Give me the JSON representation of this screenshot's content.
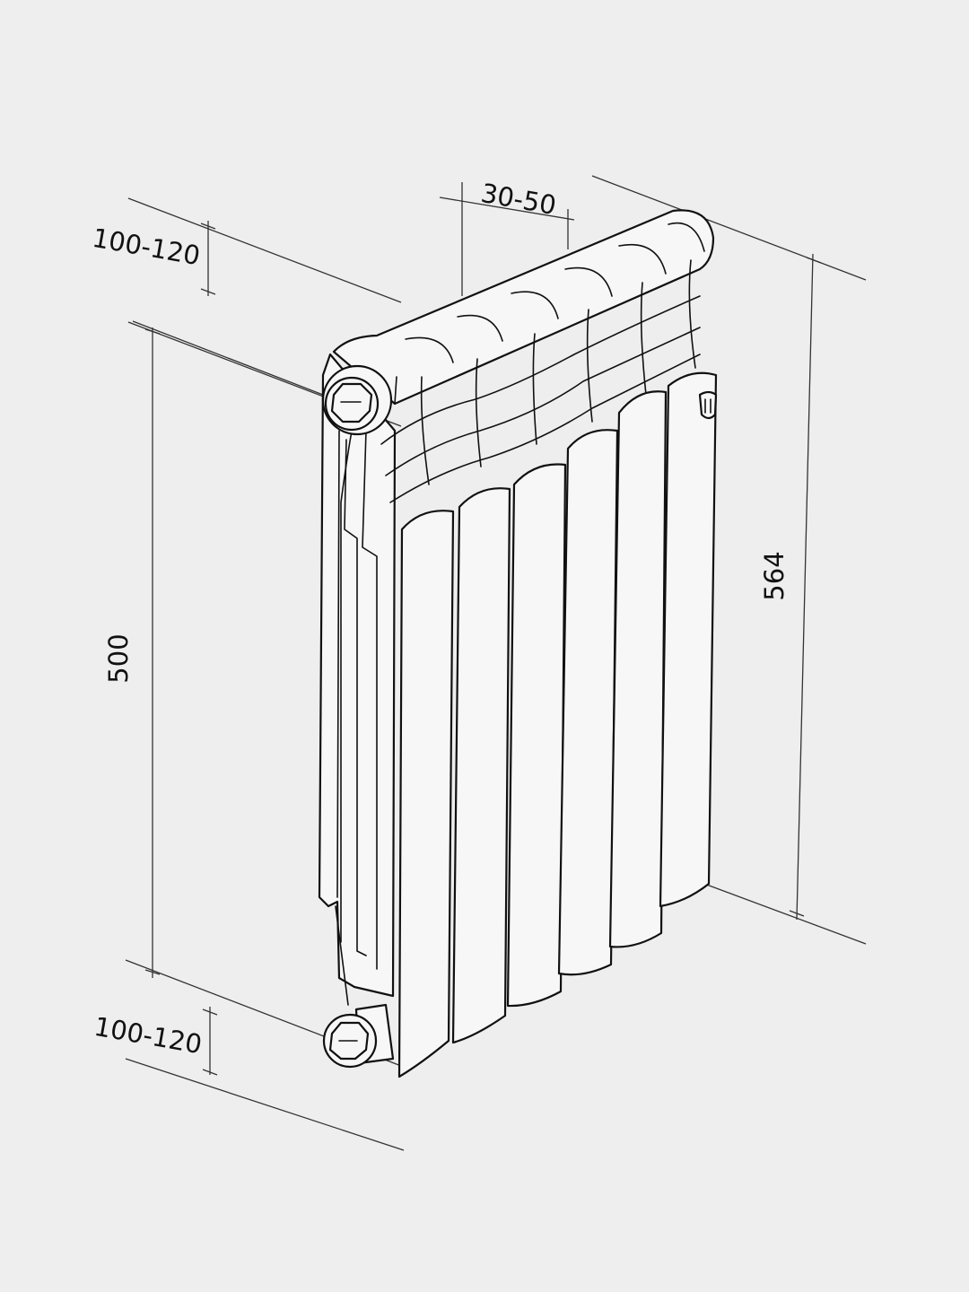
{
  "dimensions": {
    "top_depth": "100-120",
    "section_width": "30-50",
    "axis_distance": "500",
    "total_height": "564",
    "bottom_depth": "100-120"
  },
  "colors": {
    "background": "#eeeeee",
    "line": "#111111",
    "panel": "#f7f7f7"
  },
  "radiator": {
    "sections": 6,
    "connections": 2
  }
}
